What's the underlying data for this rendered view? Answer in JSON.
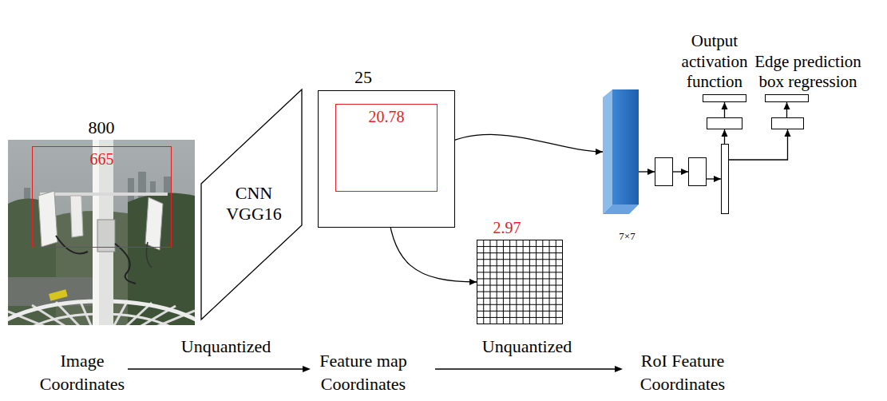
{
  "diagram": {
    "nodes": [
      {
        "text": [
          "800"
        ]
      },
      {
        "text": [
          "665"
        ],
        "in": 0
      },
      {
        "text": [
          "CNN VGG16"
        ]
      },
      {
        "text": [
          "25"
        ]
      },
      {
        "text": [
          "20.78"
        ],
        "in": 3
      },
      {
        "text": [
          "2.97"
        ]
      },
      {
        "text": [
          "7×7"
        ]
      },
      {
        "text": []
      },
      {
        "text": []
      },
      {
        "text": []
      },
      {
        "text": []
      },
      {
        "text": [
          "Output activation function"
        ]
      },
      {
        "text": []
      },
      {
        "text": [
          "Edge prediction box regression"
        ]
      }
    ],
    "edges": [
      {
        "from": 4,
        "to": 6,
        "arrow": "to"
      },
      {
        "from": 4,
        "to": 5,
        "arrow": "to"
      },
      {
        "from": 6,
        "to": 7,
        "arrow": "to"
      },
      {
        "from": 7,
        "to": 8,
        "arrow": "to"
      },
      {
        "from": 8,
        "to": 9,
        "arrow": "to"
      },
      {
        "from": 9,
        "to": 10,
        "arrow": "to"
      },
      {
        "from": 10,
        "to": 11,
        "arrow": "to"
      },
      {
        "from": 9,
        "to": 12,
        "arrow": "to"
      },
      {
        "from": 12,
        "to": 13,
        "arrow": "to"
      }
    ],
    "labels": [
      "Image Coordinates",
      "Unquantized",
      "Feature map Coordinates",
      "Unquantized",
      "RoI Feature Coordinates"
    ]
  }
}
